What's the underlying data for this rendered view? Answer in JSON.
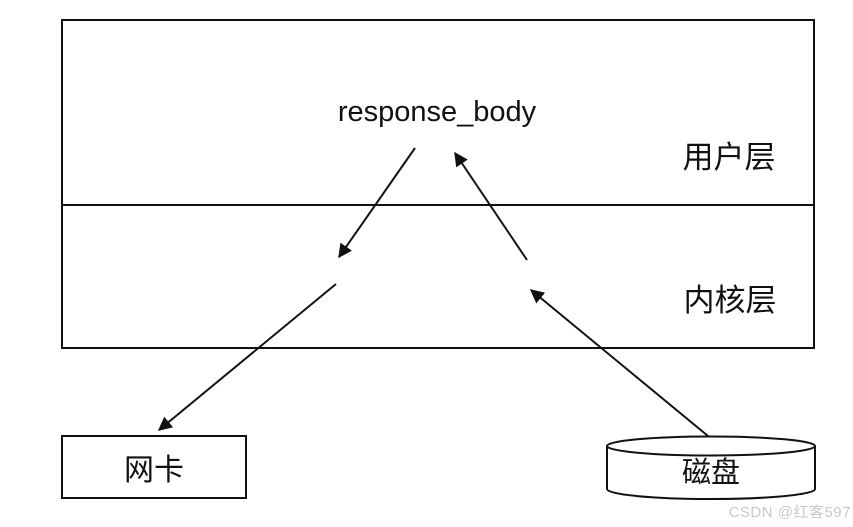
{
  "diagram": {
    "nodes": {
      "response_body": {
        "label": "response_body"
      },
      "user_layer": {
        "label": "用户层"
      },
      "kernel_layer": {
        "label": "内核层"
      },
      "nic": {
        "label": "网卡"
      },
      "disk": {
        "label": "磁盘"
      }
    },
    "edges": [
      {
        "from": "response_body",
        "to": "kernel_layer"
      },
      {
        "from": "kernel_layer",
        "to": "nic"
      },
      {
        "from": "disk",
        "to": "kernel_layer"
      },
      {
        "from": "kernel_layer",
        "to": "response_body"
      }
    ]
  },
  "watermark": {
    "text": "CSDN @红客597"
  },
  "colors": {
    "line": "#111111",
    "background": "#ffffff",
    "watermark": "#c9c9c9"
  }
}
